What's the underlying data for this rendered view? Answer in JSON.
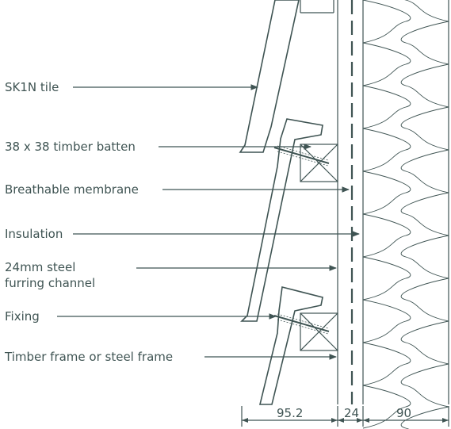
{
  "labels": {
    "tile": "SK1N tile",
    "batten": "38 x 38 timber batten",
    "membrane": "Breathable membrane",
    "insulation": "Insulation",
    "channel_line1": "24mm steel",
    "channel_line2": "furring channel",
    "fixing": "Fixing",
    "frame": "Timber frame or steel frame"
  },
  "dimensions": {
    "tile_zone": "95.2",
    "channel_zone": "24",
    "insulation_zone": "90"
  },
  "colors": {
    "line": "#3f5453",
    "background": "#ffffff"
  }
}
